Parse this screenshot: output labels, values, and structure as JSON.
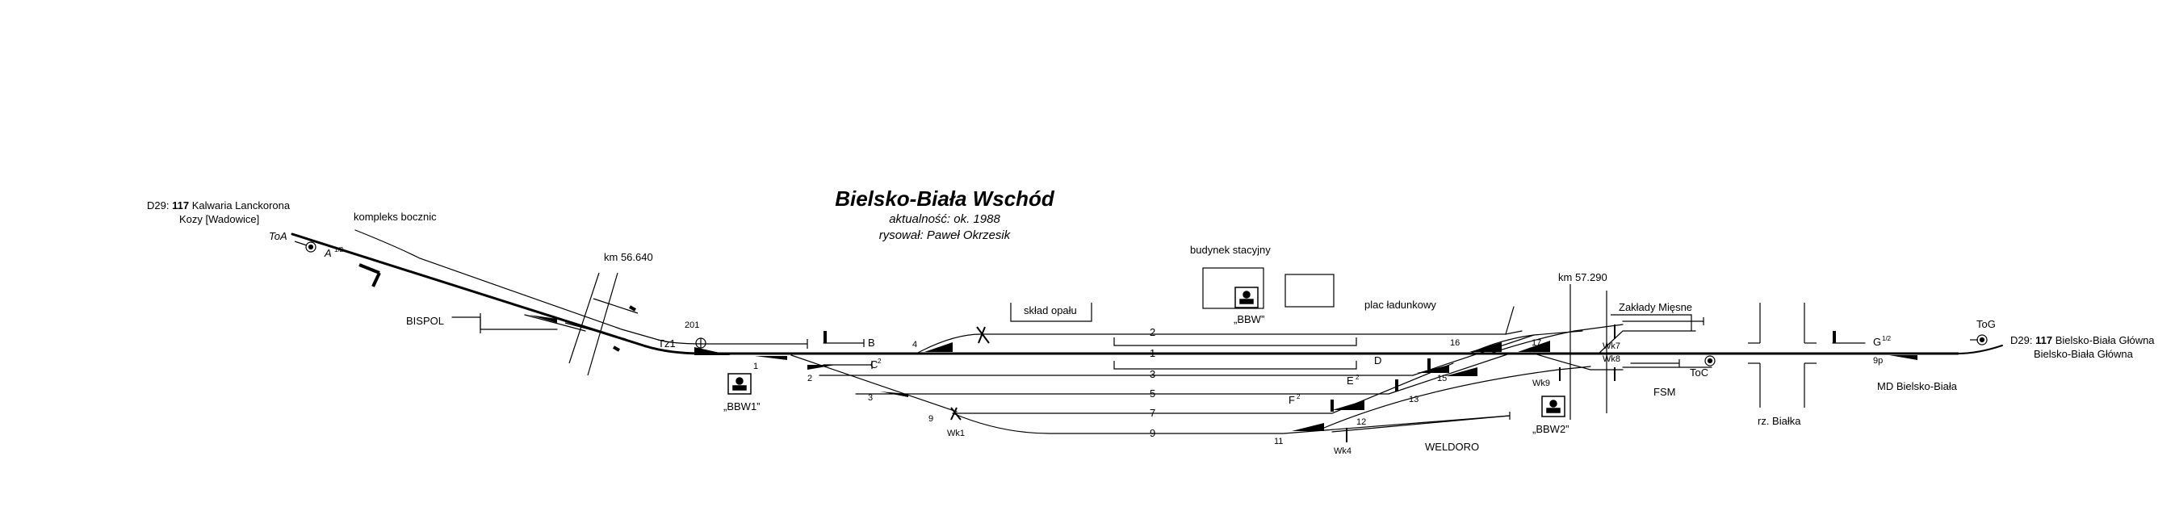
{
  "title": "Bielsko-Biała Wschód",
  "update": "aktualność: ok. 1988",
  "author": "rysował: Paweł Okrzesik",
  "line_left": {
    "code": "D29:",
    "number": "117",
    "dest": "Kalwaria Lanckorona",
    "dest2": "Kozy [Wadowice]"
  },
  "line_right": {
    "code": "D29:",
    "number": "117",
    "dest": "Bielsko-Biała Główna",
    "dest2": "Bielsko-Biała Główna"
  },
  "km_left": "km 56.640",
  "km_right": "km 57.290",
  "labels": {
    "kompleks": "kompleks bocznic",
    "bispol": "BISPOL",
    "sklad": "skład opału",
    "budynek": "budynek stacyjny",
    "plac": "plac ładunkowy",
    "zaklady": "Zakłady Mięsne",
    "fsm": "FSM",
    "weldoro": "WELDORO",
    "rzeka": "rz. Białka",
    "md": "MD Bielsko-Biała",
    "bbw": "„BBW”",
    "bbw1": "„BBW1”",
    "bbw2": "„BBW2”"
  },
  "tracks": [
    "2",
    "1",
    "3",
    "5",
    "7",
    "9"
  ],
  "switches": [
    "201",
    "1",
    "2",
    "3",
    "4",
    "9",
    "11",
    "12",
    "13",
    "15",
    "16",
    "17",
    "9p"
  ],
  "signals": {
    "toa": "ToA",
    "a": "A",
    "a_sup": "1/2",
    "tz1": "Tz1",
    "b": "B",
    "c": "C",
    "c_sup": "2",
    "d": "D",
    "e": "E",
    "e_sup": "2",
    "f": "F",
    "f_sup": "2",
    "g": "G",
    "g_sup": "1/2",
    "toc": "ToC",
    "tog": "ToG"
  },
  "posts": [
    "Wk1",
    "Wk4",
    "Wk7",
    "Wk8",
    "Wk9"
  ]
}
